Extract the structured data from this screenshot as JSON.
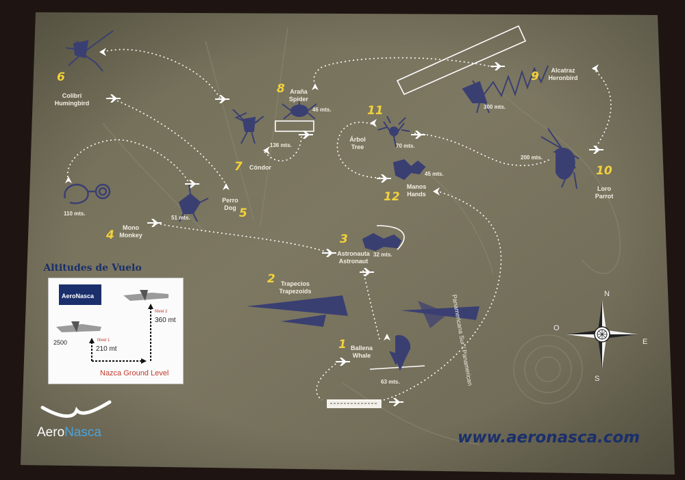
{
  "map": {
    "colors": {
      "paper": "#77725c",
      "figure": "#3a3f72",
      "route": "#ffffff",
      "number": "#f2d23a",
      "navy": "#1a2f6b"
    },
    "stops": [
      {
        "id": "1",
        "name_es": "Ballena",
        "name_en": "Whale",
        "distance": "63 mts."
      },
      {
        "id": "2",
        "name_es": "Trapecios",
        "name_en": "Trapezoids"
      },
      {
        "id": "3",
        "name_es": "Astronauta",
        "name_en": "Astronaut",
        "distance": "32 mts."
      },
      {
        "id": "4",
        "name_es": "Mono",
        "name_en": "Monkey",
        "distance": "110 mts."
      },
      {
        "id": "5",
        "name_es": "Perro",
        "name_en": "Dog",
        "distance": "51 mts."
      },
      {
        "id": "6",
        "name_es": "Colibrí",
        "name_en": "Humingbird"
      },
      {
        "id": "7",
        "name_es": "Cóndor",
        "distance": "136 mts."
      },
      {
        "id": "8",
        "name_es": "Araña",
        "name_en": "Spider",
        "distance": "46 mts."
      },
      {
        "id": "9",
        "name_es": "Alcatraz",
        "name_en": "Heronbird",
        "distance": "300 mts."
      },
      {
        "id": "10",
        "name_es": "Loro",
        "name_en": "Parrot",
        "distance": "200 mts."
      },
      {
        "id": "11",
        "name_es": "Árbol",
        "name_en": "Tree",
        "distance": "70 mts."
      },
      {
        "id": "12",
        "name_es": "Manos",
        "name_en": "Hands",
        "distance": "45 mts."
      }
    ],
    "highway_label": "Panamericana Sur / Panamerican",
    "compass": {
      "n": "N",
      "e": "E",
      "s": "S",
      "o": "O"
    }
  },
  "altitudes": {
    "title": "Altitudes de Vuelo",
    "logo_text": "AeroNasca",
    "level2_label": "Nivel 2",
    "level2_alt": "360 mt",
    "level1_label": "Nivel 1",
    "level1_alt": "210 mt",
    "plane_label": "2500",
    "ground_label": "Nazca Ground Level"
  },
  "brand": {
    "part1": "Aero",
    "part2": "Nasca",
    "url": "www.aeronasca.com"
  }
}
